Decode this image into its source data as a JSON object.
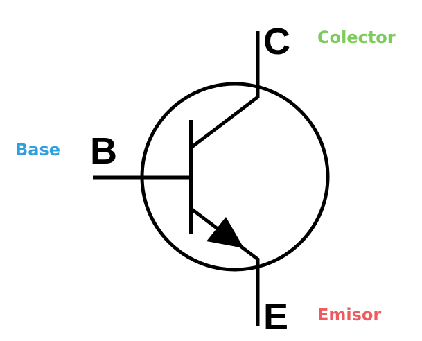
{
  "diagram": {
    "terminals": {
      "collector": {
        "letter": "C",
        "name": "Colector",
        "color": "#7ccb5b"
      },
      "base": {
        "letter": "B",
        "name": "Base",
        "color": "#2f9fe0"
      },
      "emitter": {
        "letter": "E",
        "name": "Emisor",
        "color": "#ef5a5f"
      }
    },
    "symbol": "npn-transistor",
    "line_color": "#000000"
  }
}
